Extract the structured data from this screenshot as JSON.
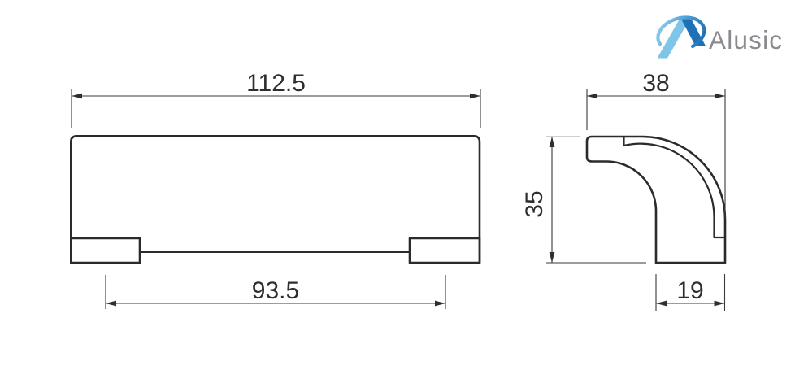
{
  "logo": {
    "brand": "Alusic",
    "colors": {
      "mark_light": "#7ec5e8",
      "mark_dark": "#1d71b8",
      "swoosh_start": "#8ed0ef",
      "swoosh_end": "#1d71b8",
      "text": "#8b8b8f"
    }
  },
  "views": {
    "front": {
      "dim_overall_width": "112.5",
      "dim_feet_centers": "93.5"
    },
    "side": {
      "dim_depth": "38",
      "dim_height": "35",
      "dim_foot": "19"
    }
  },
  "style": {
    "outline_color": "#2b2b2b",
    "dimension_color": "#3a3a3a",
    "background": "#ffffff"
  }
}
